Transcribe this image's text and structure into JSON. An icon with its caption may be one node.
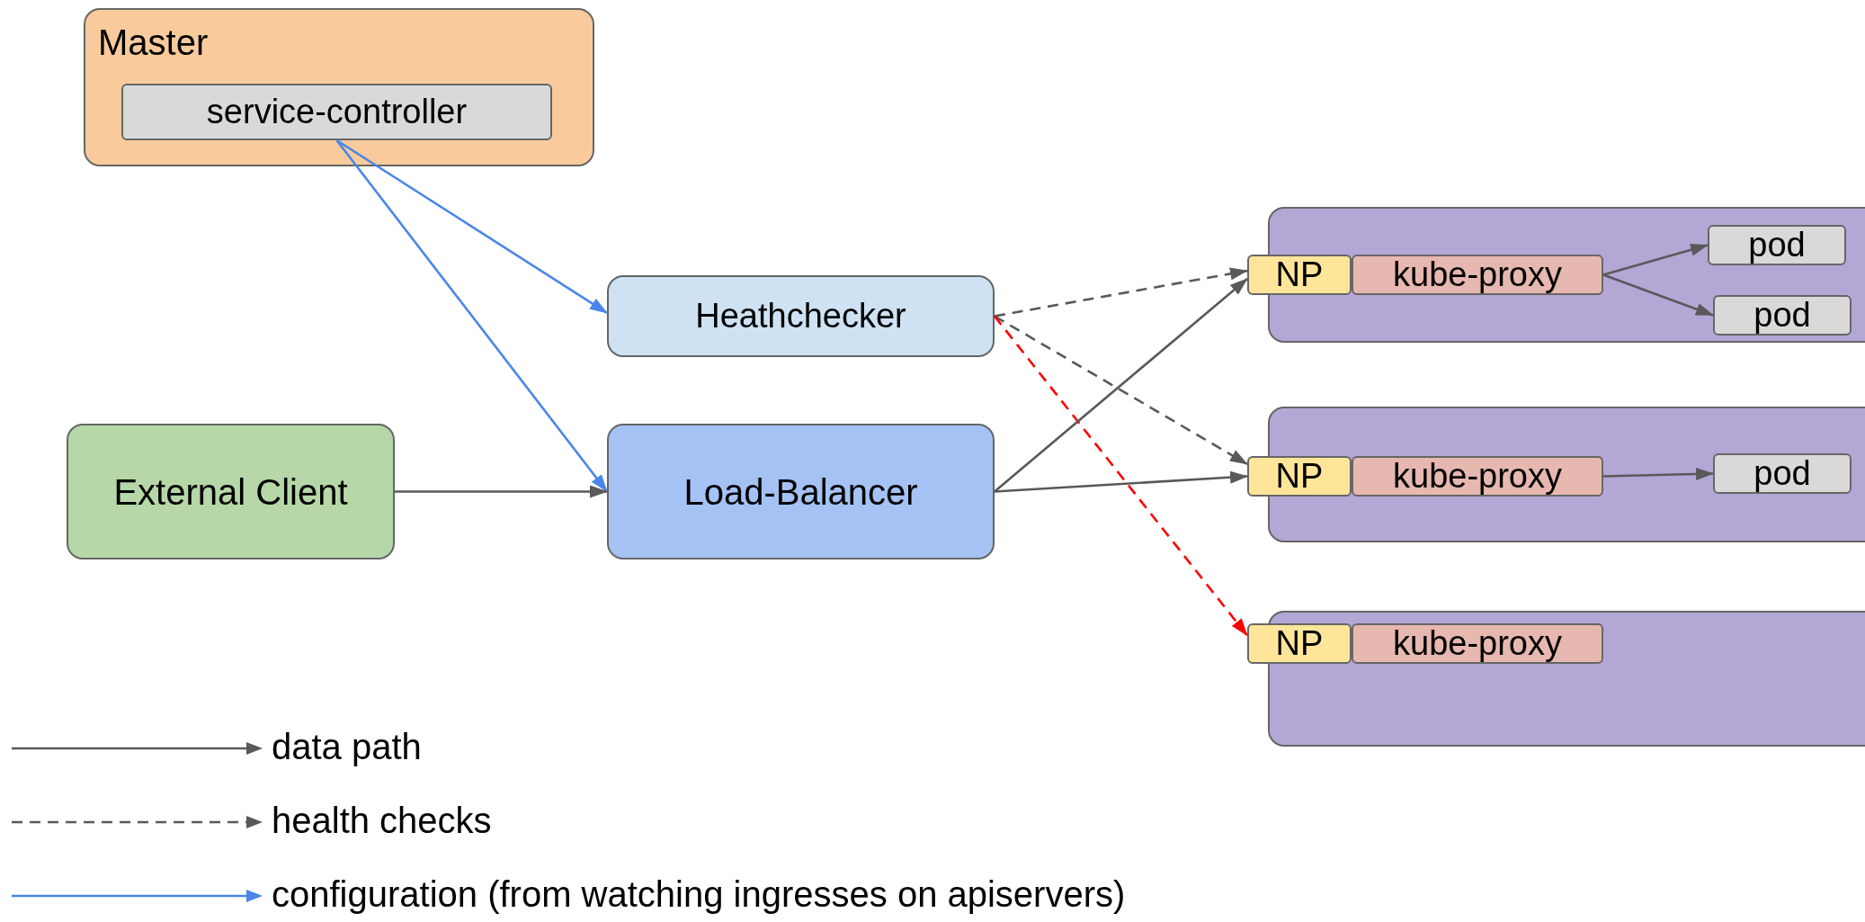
{
  "diagram": {
    "nodes": [
      {
        "text": [
          "Master"
        ]
      },
      {
        "text": [
          "service-controller"
        ],
        "in": 0
      },
      {
        "text": [
          "Heathchecker"
        ]
      },
      {
        "text": [
          "External Client"
        ]
      },
      {
        "text": [
          "Load-Balancer"
        ]
      },
      {
        "text": [],
        "shape": "box"
      },
      {
        "text": [
          "NP"
        ],
        "in": 5
      },
      {
        "text": [
          "kube-proxy"
        ],
        "in": 5
      },
      {
        "text": [
          "pod"
        ],
        "in": 5
      },
      {
        "text": [
          "pod"
        ],
        "in": 5
      },
      {
        "text": [],
        "shape": "box"
      },
      {
        "text": [
          "NP"
        ],
        "in": 10
      },
      {
        "text": [
          "kube-proxy"
        ],
        "in": 10
      },
      {
        "text": [
          "pod"
        ],
        "in": 10
      },
      {
        "text": [],
        "shape": "box"
      },
      {
        "text": [
          "NP"
        ],
        "in": 14
      },
      {
        "text": [
          "kube-proxy"
        ],
        "in": 14
      }
    ],
    "edges": [
      {
        "from": 1,
        "to": 2,
        "arrow": "to",
        "color": "#4a86e8"
      },
      {
        "from": 1,
        "to": 4,
        "arrow": "to",
        "color": "#4a86e8"
      },
      {
        "from": 3,
        "to": 4,
        "arrow": "to"
      },
      {
        "from": 2,
        "to": 6,
        "arrow": "to",
        "style": "dashed"
      },
      {
        "from": 2,
        "to": 11,
        "arrow": "to",
        "style": "dashed"
      },
      {
        "from": 2,
        "to": 15,
        "arrow": "to",
        "style": "dashed",
        "color": "#ff0000"
      },
      {
        "from": 4,
        "to": 6,
        "arrow": "to"
      },
      {
        "from": 4,
        "to": 11,
        "arrow": "to"
      },
      {
        "from": 7,
        "to": 8,
        "arrow": "to"
      },
      {
        "from": 7,
        "to": 9,
        "arrow": "to"
      },
      {
        "from": 12,
        "to": 13,
        "arrow": "to"
      }
    ],
    "legend": [
      {
        "text": "data path"
      },
      {
        "text": "health checks"
      },
      {
        "text": "configuration (from watching ingresses on apiservers)"
      }
    ]
  }
}
